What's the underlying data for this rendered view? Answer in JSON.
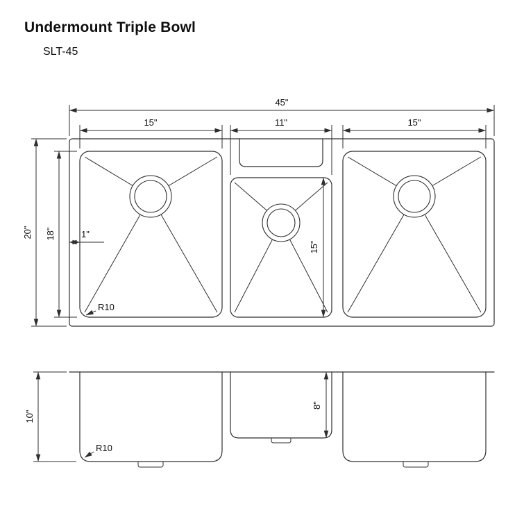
{
  "header": {
    "title": "Undermount Triple Bowl",
    "model": "SLT-45"
  },
  "top_view": {
    "overall_width": "45\"",
    "left_bowl_width": "15\"",
    "center_bowl_width": "11\"",
    "right_bowl_width": "15\"",
    "overall_depth": "20\"",
    "side_bowl_depth": "18\"",
    "edge_offset": "1\"",
    "center_bowl_depth": "15\"",
    "corner_radius": "R10"
  },
  "front_view": {
    "side_bowl_height": "10\"",
    "center_bowl_height": "8\"",
    "corner_radius": "R10"
  },
  "colors": {
    "line": "#2e2e2e",
    "text": "#0f0f0f",
    "background": "#ffffff"
  }
}
